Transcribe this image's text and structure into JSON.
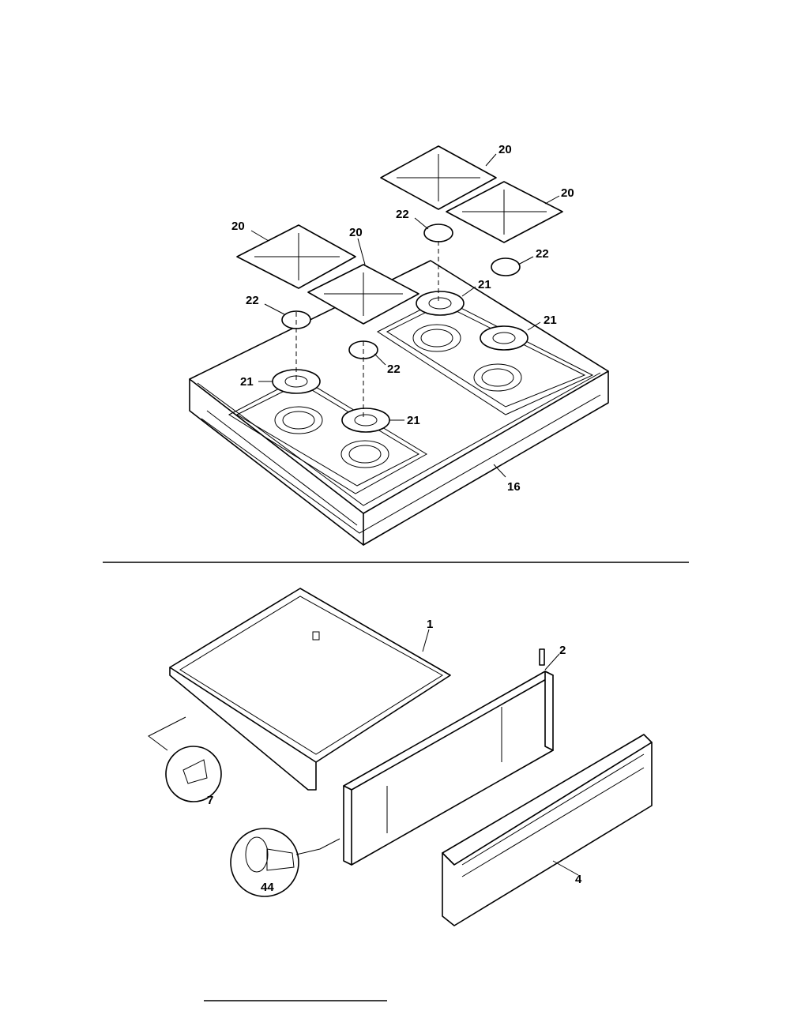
{
  "top_diagram": {
    "labels": {
      "grate_a": "20",
      "grate_b": "20",
      "grate_c": "20",
      "grate_d": "20",
      "cap_a": "22",
      "cap_b": "22",
      "cap_c": "22",
      "cap_d": "22",
      "head_a": "21",
      "head_b": "21",
      "head_c": "21",
      "head_d": "21",
      "cooktop": "16"
    }
  },
  "bottom_diagram": {
    "labels": {
      "drawer_body": "1",
      "drawer_back": "2",
      "drawer_front": "4",
      "clip_detail": "7",
      "roller_detail": "44"
    }
  }
}
